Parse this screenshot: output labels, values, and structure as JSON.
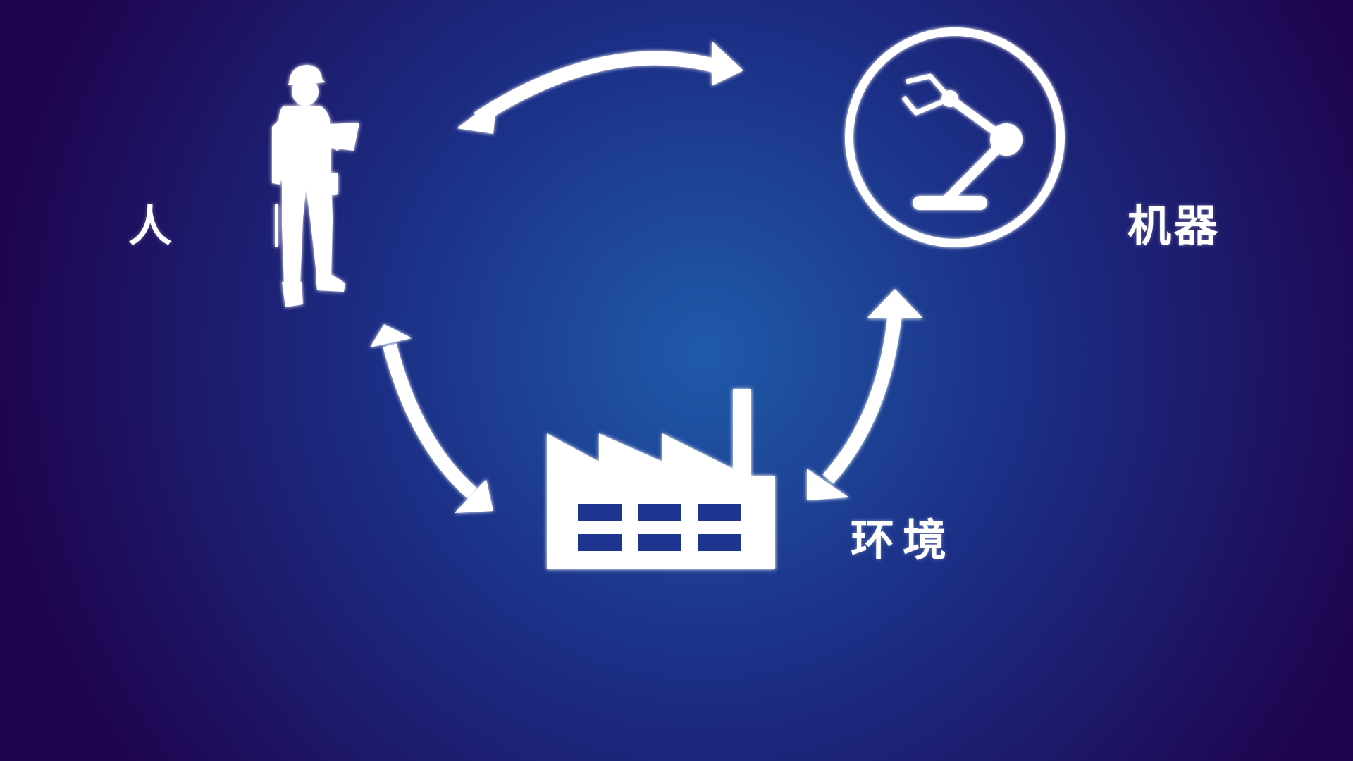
{
  "labels": {
    "human": "人",
    "machine": "机器",
    "environment": "环境"
  },
  "icons": {
    "human": "worker-silhouette-icon",
    "machine": "robot-arm-icon",
    "environment": "factory-icon"
  },
  "colors": {
    "background_center": "#1f5aa8",
    "background_mid": "#1c2f86",
    "background_edge": "#1e0550",
    "foreground": "#ffffff"
  }
}
